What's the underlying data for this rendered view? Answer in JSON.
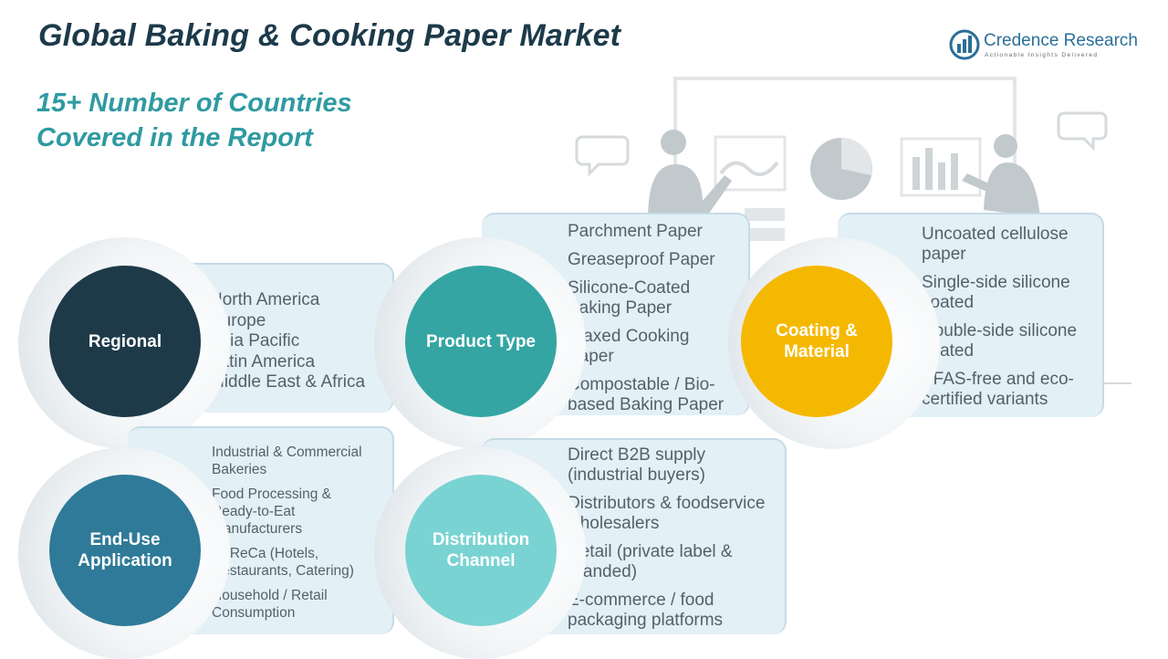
{
  "header": {
    "title": "Global Baking & Cooking Paper Market",
    "subtitle_line1": "15+ Number of Countries",
    "subtitle_line2": "Covered in the Report"
  },
  "logo": {
    "name": "Credence Research",
    "tagline": "Actionable Insights Delivered"
  },
  "colors": {
    "regional": "#1e3a48",
    "product_type": "#34a5a3",
    "coating": "#f5b800",
    "end_use": "#2f7a98",
    "distribution": "#7ad3d3",
    "panel": "#e3f0f6"
  },
  "segments": {
    "regional": {
      "label": "Regional",
      "items": [
        "North America",
        "Europe",
        "Asia Pacific",
        "Latin America",
        "Middle East & Africa"
      ]
    },
    "product_type": {
      "label": "Product Type",
      "items": [
        "Parchment Paper",
        "Greaseproof Paper",
        "Silicone-Coated Baking Paper",
        "Waxed Cooking Paper",
        "Compostable / Bio-based Baking Paper"
      ]
    },
    "coating": {
      "label_line1": "Coating &",
      "label_line2": "Material",
      "items": [
        "Uncoated cellulose paper",
        "Single-side silicone coated",
        "Double-side silicone coated",
        "PFAS-free and eco-certified variants"
      ]
    },
    "end_use": {
      "label_line1": "End-Use",
      "label_line2": "Application",
      "items": [
        "Industrial & Commercial Bakeries",
        "Food Processing & Ready-to-Eat Manufacturers",
        "HoReCa (Hotels, Restaurants, Catering)",
        "Household / Retail Consumption"
      ]
    },
    "distribution": {
      "label_line1": "Distribution",
      "label_line2": "Channel",
      "items": [
        "Direct B2B supply (industrial buyers)",
        "Distributors & foodservice wholesalers",
        "Retail (private label & branded)",
        "E-commerce / food packaging platforms"
      ]
    }
  }
}
